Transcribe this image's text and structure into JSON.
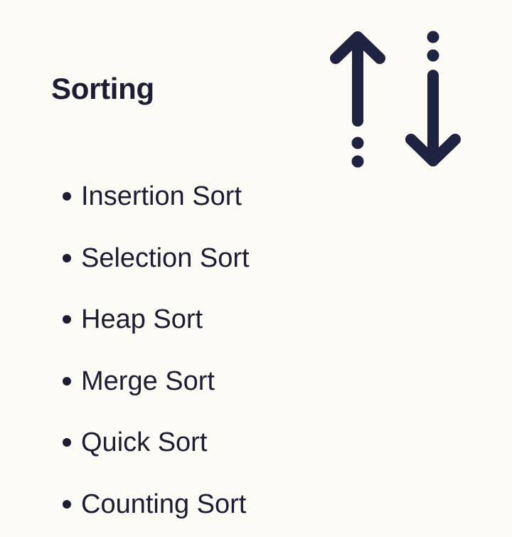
{
  "title": "Sorting",
  "icon": "sort-arrows-icon",
  "colors": {
    "background": "#fdfbf6",
    "ink": "#1f2240",
    "text": "#1c1d33"
  },
  "items": [
    {
      "label": "Insertion Sort"
    },
    {
      "label": "Selection Sort"
    },
    {
      "label": "Heap Sort"
    },
    {
      "label": "Merge Sort"
    },
    {
      "label": "Quick Sort"
    },
    {
      "label": "Counting Sort"
    }
  ]
}
